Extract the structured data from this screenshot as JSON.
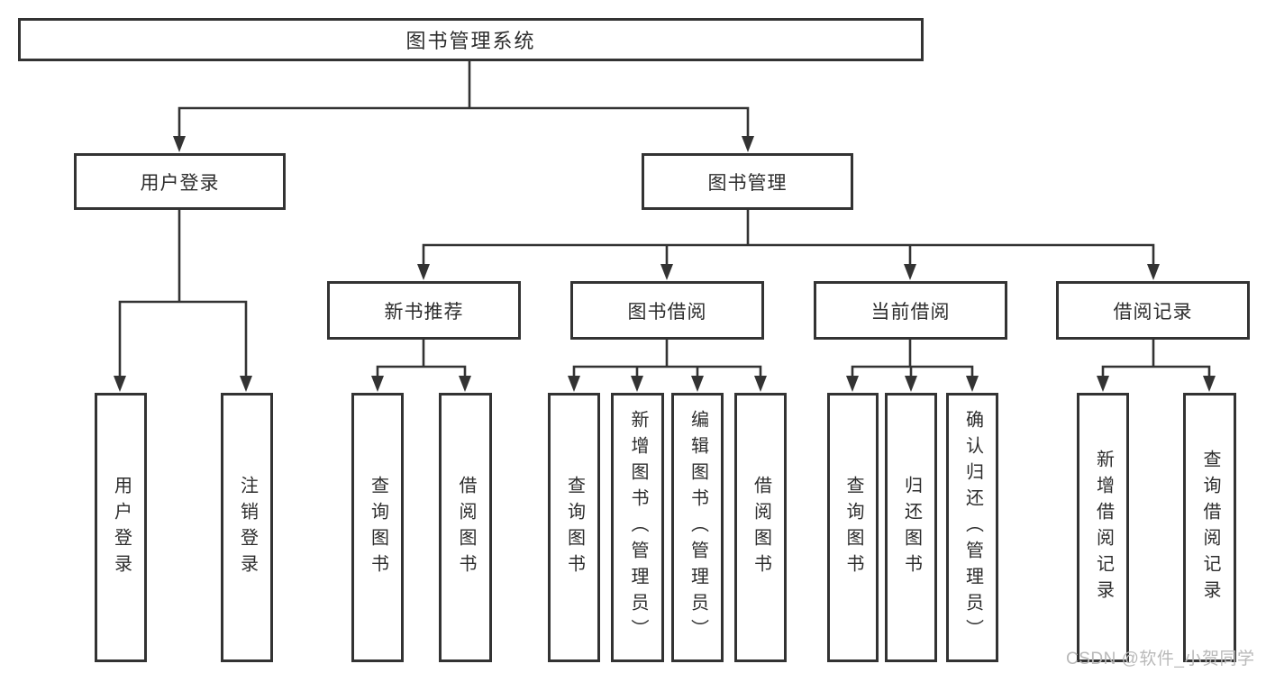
{
  "root": {
    "label": "图书管理系统"
  },
  "branches": [
    {
      "label": "用户登录",
      "children": [
        {
          "label": "用户登录"
        },
        {
          "label": "注销登录"
        }
      ]
    },
    {
      "label": "图书管理",
      "children": [
        {
          "label": "新书推荐",
          "children": [
            {
              "label": "查询图书"
            },
            {
              "label": "借阅图书"
            }
          ]
        },
        {
          "label": "图书借阅",
          "children": [
            {
              "label": "查询图书"
            },
            {
              "label": "新增图书（管理员）"
            },
            {
              "label": "编辑图书（管理员）"
            },
            {
              "label": "借阅图书"
            }
          ]
        },
        {
          "label": "当前借阅",
          "children": [
            {
              "label": "查询图书"
            },
            {
              "label": "归还图书"
            },
            {
              "label": "确认归还（管理员）"
            }
          ]
        },
        {
          "label": "借阅记录",
          "children": [
            {
              "label": "新增借阅记录"
            },
            {
              "label": "查询借阅记录"
            }
          ]
        }
      ]
    }
  ],
  "watermark": {
    "text": "CSDN @软件_小贺同学"
  },
  "colors": {
    "line": "#333333",
    "box_border": "#333333",
    "box_fill": "#ffffff",
    "text": "#2d2d2d",
    "watermark": "#b9b9b9",
    "background": "#ffffff"
  }
}
